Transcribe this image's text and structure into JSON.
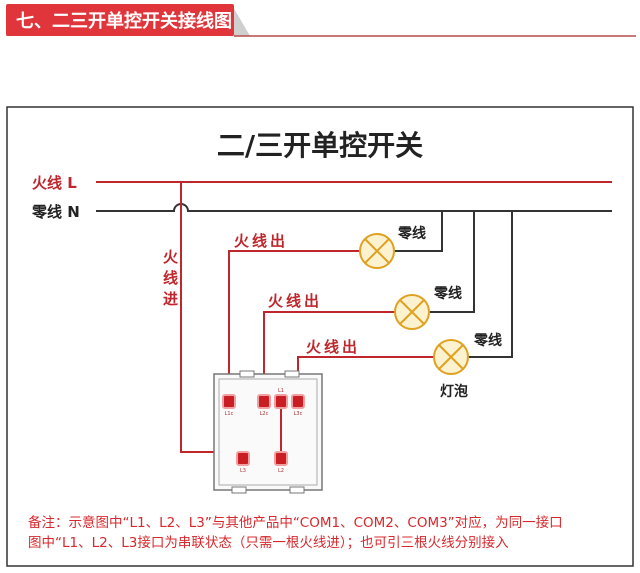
{
  "header": {
    "title": "七、二三开单控开关接线图"
  },
  "diagram": {
    "title": "二/三开单控开关",
    "live_label": "火线 L",
    "neutral_label": "零线 N",
    "live_in_label": [
      "火",
      "线",
      "进"
    ],
    "live_out_label": "火线出",
    "neutral_short": "零线",
    "bulb_label": "灯泡",
    "terminals": [
      "L1c",
      "L2c",
      "L1",
      "L3c",
      "L3",
      "L2"
    ]
  },
  "note": {
    "line1": "备注：示意图中“L1、L2、L3”与其他产品中“COM1、COM2、COM3”对应，为同一接口",
    "line2": "图中“L1、L2、L3接口为串联状态（只需一根火线进）；也可引三根火线分别接入"
  },
  "colors": {
    "red": "#d8282c",
    "wire": "#c0272d",
    "black": "#333333"
  }
}
